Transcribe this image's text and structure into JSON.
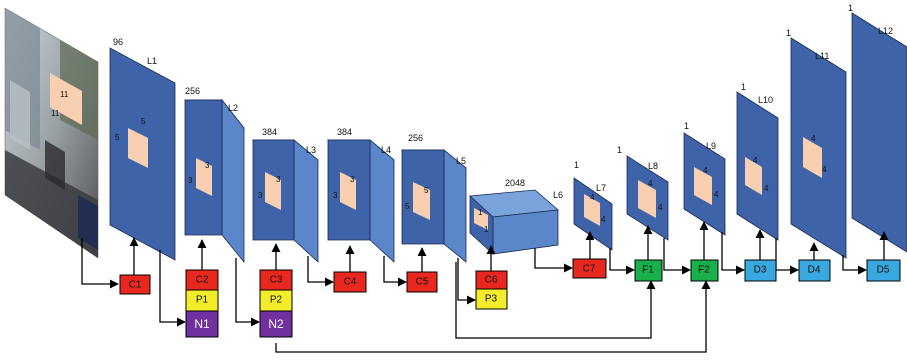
{
  "colors": {
    "layer_front": "#3f63a8",
    "layer_side": "#5b86c9",
    "layer_top": "#7aa3dc",
    "kernel": "#f8cfb0",
    "conv": "#e8281e",
    "pool": "#f2ec2a",
    "norm": "#7030a0",
    "fc": "#18b04b",
    "deconv": "#3aa8e0"
  },
  "photo": {
    "label_top": "11",
    "label_side": "11"
  },
  "layers": [
    {
      "name": "L1",
      "depth": "96",
      "kernel_top": "5",
      "kernel_side": "5"
    },
    {
      "name": "L2",
      "depth": "256",
      "kernel_top": "3",
      "kernel_side": "3"
    },
    {
      "name": "L3",
      "depth": "384",
      "kernel_top": "3",
      "kernel_side": "3"
    },
    {
      "name": "L4",
      "depth": "384",
      "kernel_top": "3",
      "kernel_side": "3"
    },
    {
      "name": "L5",
      "depth": "256",
      "kernel_top": "5",
      "kernel_side": "5"
    },
    {
      "name": "L6",
      "depth": "2048",
      "kernel_top": "1",
      "kernel_side": "1"
    },
    {
      "name": "L7",
      "depth": "1",
      "kernel_top": "4",
      "kernel_side": "4"
    },
    {
      "name": "L8",
      "depth": "1",
      "kernel_top": "4",
      "kernel_side": "4"
    },
    {
      "name": "L9",
      "depth": "1",
      "kernel_top": "4",
      "kernel_side": "4"
    },
    {
      "name": "L10",
      "depth": "1",
      "kernel_top": "4",
      "kernel_side": "4"
    },
    {
      "name": "L11",
      "depth": "1",
      "kernel_top": "4",
      "kernel_side": "4"
    },
    {
      "name": "L12",
      "depth": "1",
      "kernel_top": "",
      "kernel_side": ""
    }
  ],
  "ops": {
    "c1": "C1",
    "c2": "C2",
    "p1": "P1",
    "n1": "N1",
    "c3": "C3",
    "p2": "P2",
    "n2": "N2",
    "c4": "C4",
    "c5": "C5",
    "c6": "C6",
    "p3": "P3",
    "c7": "C7",
    "f1": "F1",
    "f2": "F2",
    "d3": "D3",
    "d4": "D4",
    "d5": "D5"
  }
}
